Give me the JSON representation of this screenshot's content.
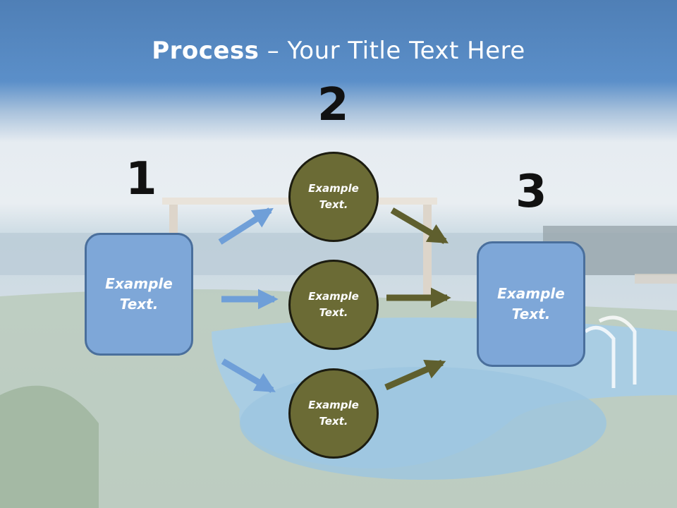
{
  "title": {
    "bold": "Process",
    "rest": " – Your Title Text Here"
  },
  "steps": {
    "one": "1",
    "two": "2",
    "three": "3"
  },
  "left_box": {
    "text": "Example Text."
  },
  "right_box": {
    "text": "Example Text."
  },
  "circles": [
    {
      "text": "Example Text."
    },
    {
      "text": "Example Text."
    },
    {
      "text": "Example Text."
    }
  ],
  "colors": {
    "box_fill": "#7ea7d8",
    "circle_fill": "#6b6b35",
    "blue_arrow": "#6f9fd8",
    "olive_arrow": "#6b6b35"
  }
}
